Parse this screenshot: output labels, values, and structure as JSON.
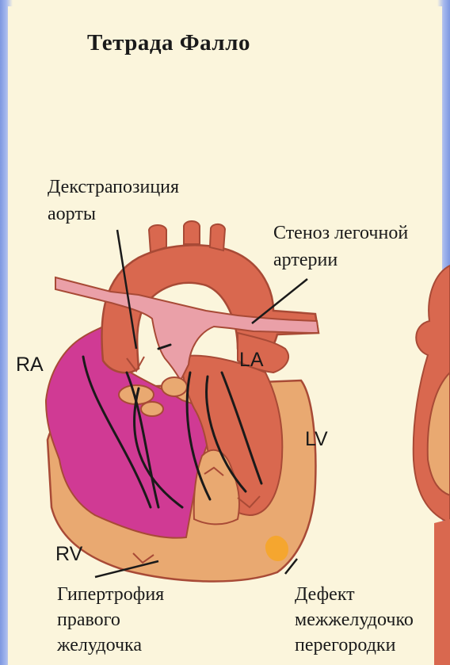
{
  "title": "Тетрада Фалло",
  "labels": {
    "aorta_dextro_line1": "Декстрапозиция",
    "aorta_dextro_line2": "аорты",
    "pulm_stenosis_line1": "Стеноз легочной",
    "pulm_stenosis_line2": "артерии",
    "ra": "RA",
    "la": "LA",
    "lv": "LV",
    "rv": "RV",
    "rv_hyper_line1": "Гипертрофия",
    "rv_hyper_line2": "правого",
    "rv_hyper_line3": "желудочка",
    "vsd_line1": "Дефект",
    "vsd_line2": "межжелудочко",
    "vsd_line3": "перегородки"
  },
  "colors": {
    "page_background": "#fbf5dc",
    "border_blue": "#7f9be2",
    "aorta_red": "#d9684f",
    "outline": "#a84a36",
    "pulmonary_pink": "#eaa0a8",
    "right_chamber_magenta": "#d03a94",
    "myocardium_tan": "#e9a971",
    "vsd_orange": "#f5a62f"
  }
}
